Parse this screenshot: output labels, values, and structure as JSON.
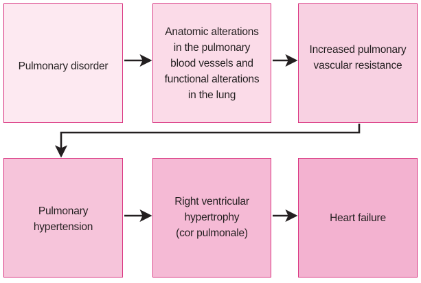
{
  "nodes": [
    {
      "id": "pulmonary-disorder",
      "label": "Pulmonary disorder"
    },
    {
      "id": "anatomic-alterations",
      "label": "Anatomic alterations\nin the pulmonary\nblood vessels and\nfunctional alterations\nin the lung"
    },
    {
      "id": "increased-resistance",
      "label": "Increased pulmonary\nvascular resistance"
    },
    {
      "id": "pulmonary-hypertension",
      "label": "Pulmonary\nhypertension"
    },
    {
      "id": "right-ventricular-hypertrophy",
      "label": "Right ventricular\nhypertrophy\n(cor pulmonale)"
    },
    {
      "id": "heart-failure",
      "label": "Heart failure"
    }
  ],
  "edges": [
    {
      "from": "pulmonary-disorder",
      "to": "anatomic-alterations"
    },
    {
      "from": "anatomic-alterations",
      "to": "increased-resistance"
    },
    {
      "from": "increased-resistance",
      "to": "pulmonary-hypertension"
    },
    {
      "from": "pulmonary-hypertension",
      "to": "right-ventricular-hypertrophy"
    },
    {
      "from": "right-ventricular-hypertrophy",
      "to": "heart-failure"
    }
  ],
  "colors": {
    "border": "#d9327f",
    "arrow": "#231f20",
    "node_fills": [
      "#fde9f1",
      "#fbdbe8",
      "#f8d1e2",
      "#f6c4da",
      "#f5bad5",
      "#f3b2d0"
    ]
  }
}
